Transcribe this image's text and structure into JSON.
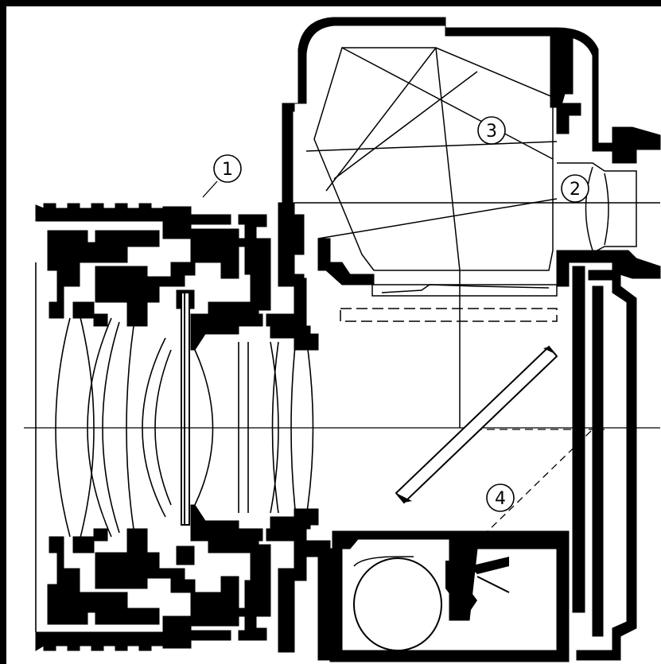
{
  "colors": {
    "background": "#000000",
    "paper": "#ffffff",
    "ink": "#000000"
  },
  "callouts": [
    {
      "id": "1",
      "label": "1"
    },
    {
      "id": "2",
      "label": "2"
    },
    {
      "id": "3",
      "label": "3"
    },
    {
      "id": "4",
      "label": "4"
    }
  ]
}
